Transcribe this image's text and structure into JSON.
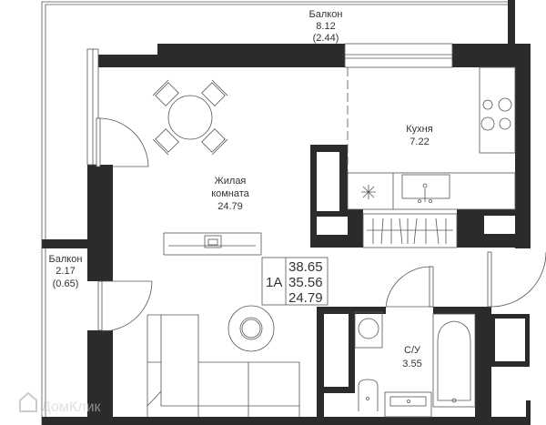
{
  "plan": {
    "balcony_top": {
      "label": "Балкон",
      "area": "8.12",
      "area_coef": "(2.44)"
    },
    "kitchen": {
      "label": "Кухня",
      "area": "7.22"
    },
    "living_room": {
      "label_line1": "Жилая",
      "label_line2": "комната",
      "area": "24.79"
    },
    "balcony_left": {
      "label": "Балкон",
      "area": "2.17",
      "area_coef": "(0.65)"
    },
    "bathroom": {
      "label": "С/У",
      "area": "3.55"
    },
    "summary": {
      "apartment_type": "1А",
      "total_area": "38.65",
      "area_without_balcony": "35.56",
      "living_area": "24.79"
    }
  },
  "watermark": "ДомКлик",
  "colors": {
    "wall": "#2b2b2b",
    "line": "#555555"
  }
}
